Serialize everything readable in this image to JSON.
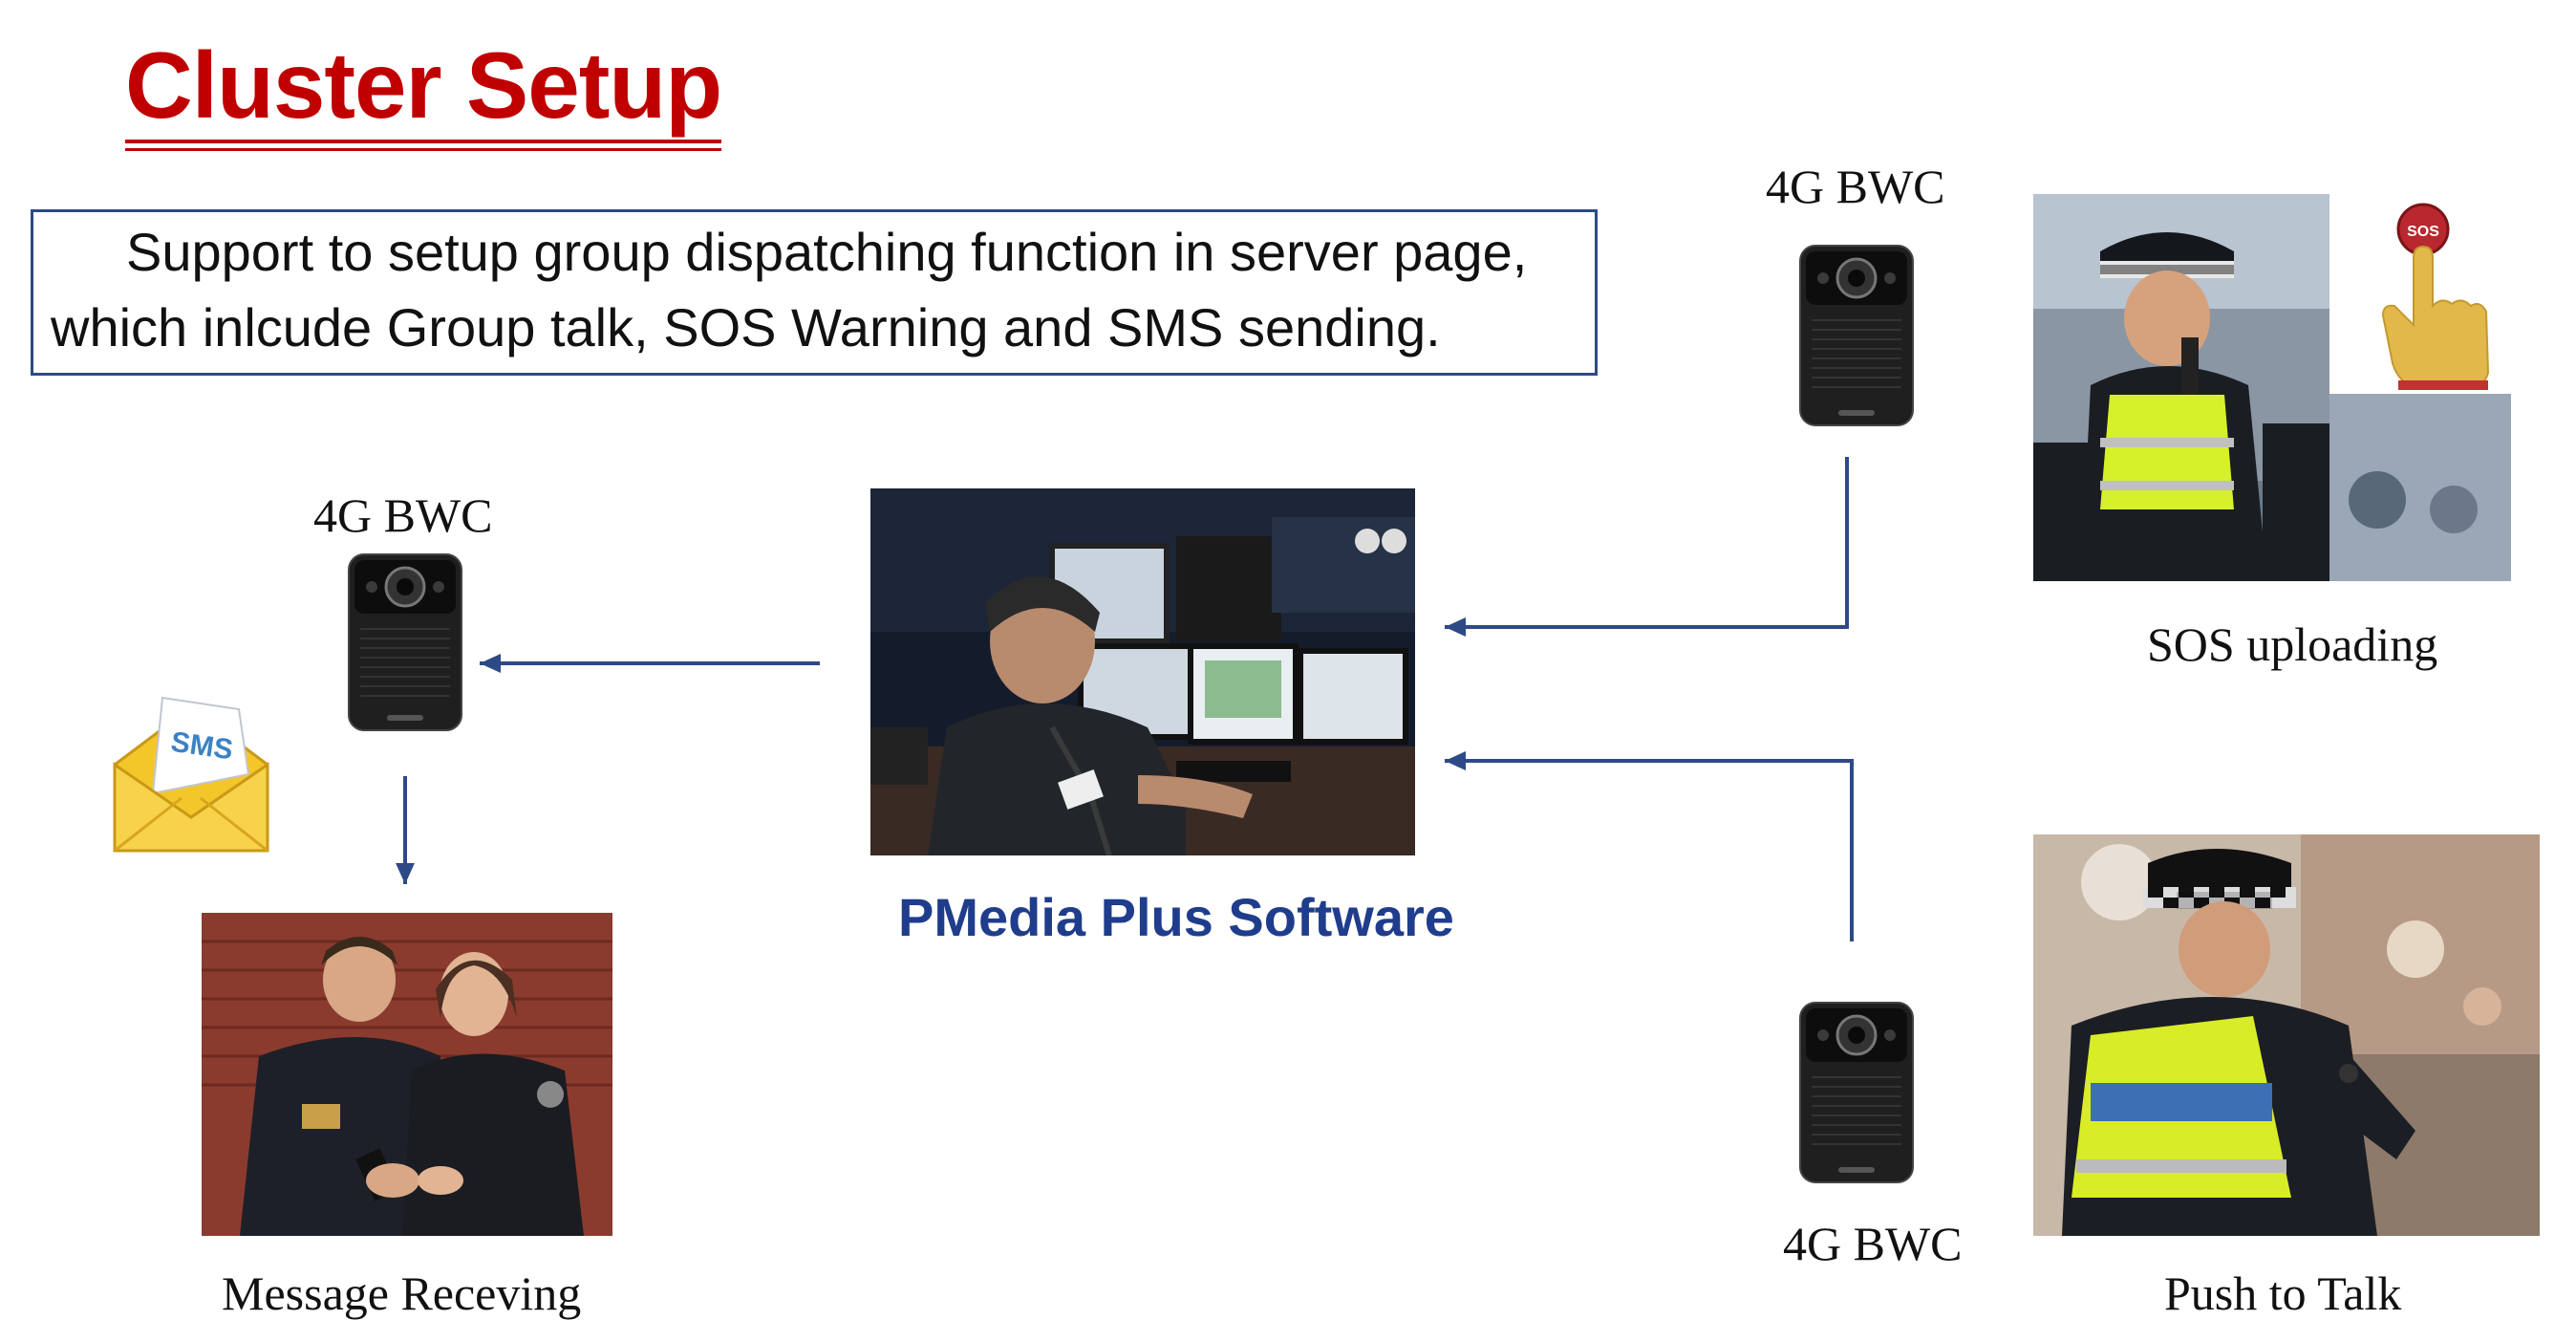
{
  "slide": {
    "title": "Cluster Setup",
    "description_line1": "Support to setup group dispatching function in server page,",
    "description_line2": "which inlcude Group talk, SOS Warning and SMS sending."
  },
  "nodes": {
    "software_label": "PMedia Plus Software",
    "bwc_left_label": "4G BWC",
    "bwc_top_right_label": "4G BWC",
    "bwc_bottom_right_label": "4G BWC",
    "sos_label": "SOS uploading",
    "ptt_label": "Push to Talk",
    "message_label": "Message Receving",
    "sms_badge": "SMS",
    "sos_button_text": "SOS"
  },
  "colors": {
    "title": "#c00000",
    "arrow": "#2e4a86",
    "box_border": "#2e4a86",
    "software_text": "#1f3d8c"
  },
  "icons": [
    "body-camera-icon",
    "sms-envelope-icon",
    "sos-hand-press-icon",
    "arrow-left-icon",
    "arrow-down-icon"
  ]
}
